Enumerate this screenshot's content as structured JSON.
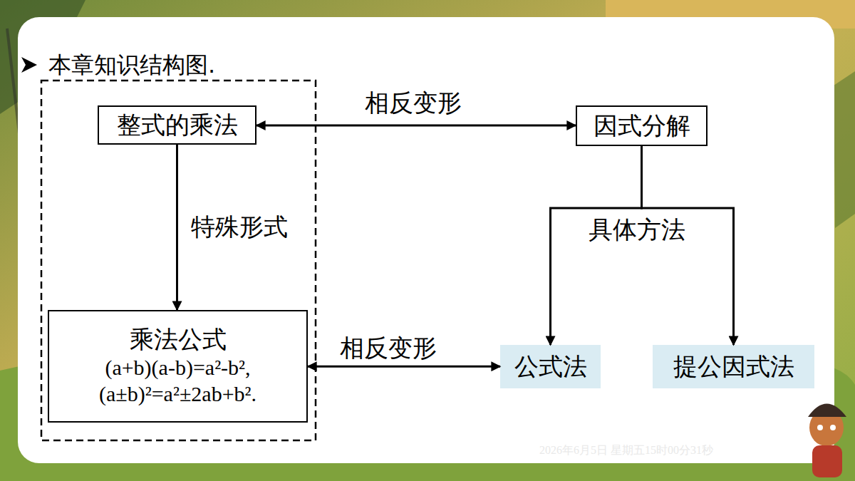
{
  "diagram": {
    "title": "本章知识结构图.",
    "nodes": [
      {
        "text": [
          "整式的乘法"
        ]
      },
      {
        "text": [
          "因式分解"
        ]
      },
      {
        "text": [
          "乘法公式",
          "(a+b)(a-b)=a²-b², (a±b)²=a²±2ab+b²."
        ]
      },
      {
        "text": [
          "公式法"
        ]
      },
      {
        "text": [
          "提公因式法"
        ]
      }
    ],
    "edges": [
      {
        "from": 0,
        "to": 1,
        "arrow": "both",
        "label": "相反变形"
      },
      {
        "from": 0,
        "to": 2,
        "arrow": "to",
        "label": "特殊形式"
      },
      {
        "from": 2,
        "to": 3,
        "arrow": "both",
        "label": "相反变形"
      },
      {
        "from": 1,
        "to": 3,
        "arrow": "to",
        "label": "具体方法"
      },
      {
        "from": 1,
        "to": 4,
        "arrow": "to"
      }
    ],
    "labels": [
      "2026年6月5日 星期五15时00分31秒"
    ]
  }
}
